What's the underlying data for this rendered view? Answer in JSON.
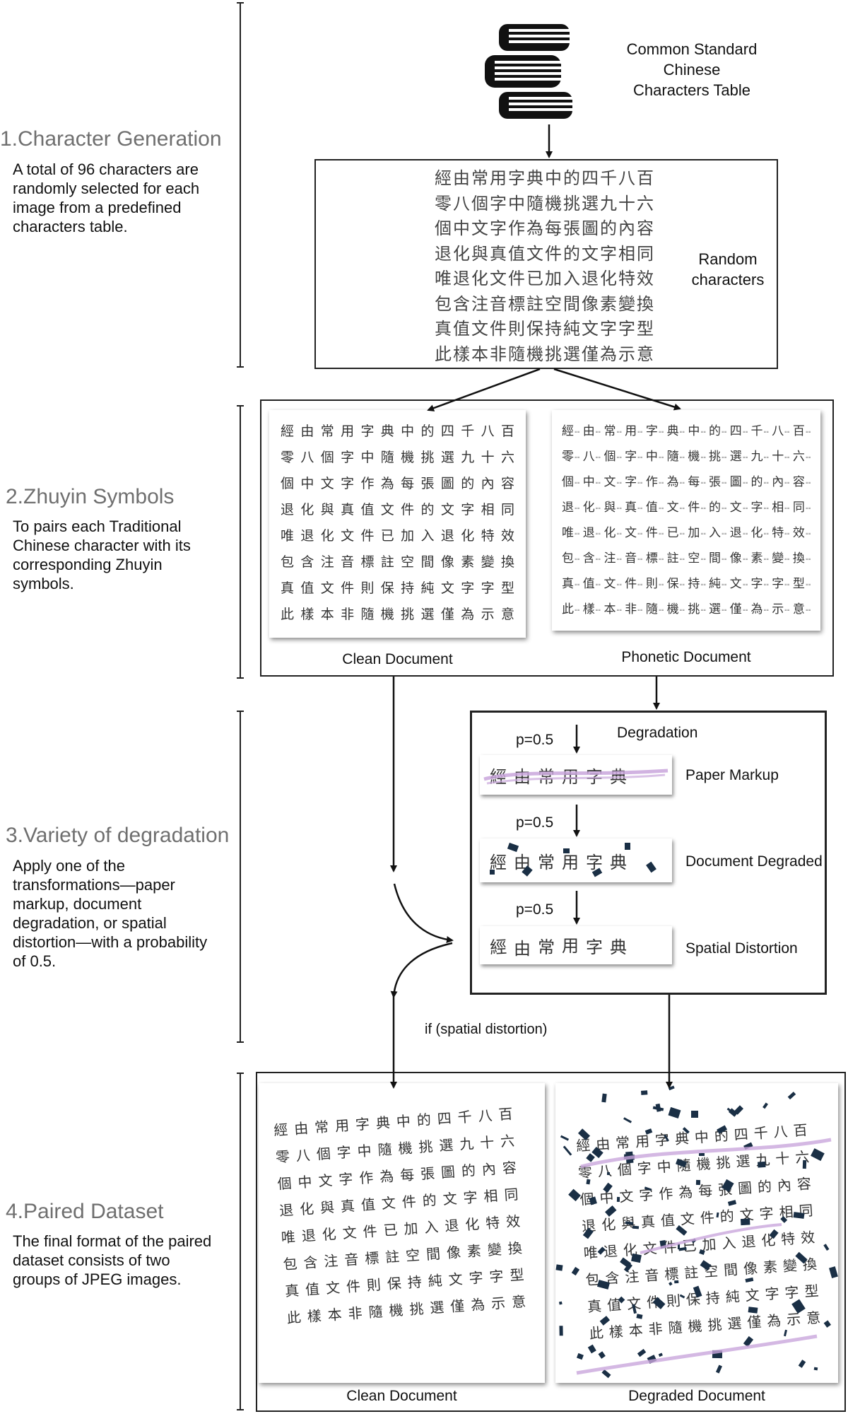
{
  "sections": [
    {
      "title": "1.Character Generation",
      "desc": "A total of 96 characters are randomly selected for each image from a predefined characters table."
    },
    {
      "title": "2.Zhuyin Symbols",
      "desc": "To pairs each Traditional Chinese character with its corresponding Zhuyin symbols."
    },
    {
      "title": "3.Variety of degradation",
      "desc": "Apply one of the transformations—paper markup, document degradation, or spatial distortion—with a probability of 0.5."
    },
    {
      "title": "4.Paired Dataset",
      "desc": "The final format of the paired dataset consists of two groups of JPEG images."
    }
  ],
  "source_label": "Common Standard\nChinese\nCharacters Table",
  "random_label": "Random\ncharacters",
  "char_rows": [
    "經由常用字典中的四千八百",
    "零八個字中隨機挑選九十六",
    "個中文字作為每張圖的內容",
    "退化與真值文件的文字相同",
    "唯退化文件已加入退化特效",
    "包含注音標註空間像素變換",
    "真值文件則保持純文字字型",
    "此樣本非隨機挑選僅為示意"
  ],
  "clean_doc_label": "Clean Document",
  "phonetic_doc_label": "Phonetic Document",
  "degradation": {
    "title": "Degradation",
    "steps": [
      {
        "prob": "p=0.5",
        "label": "Paper Markup"
      },
      {
        "prob": "p=0.5",
        "label": "Document Degraded"
      },
      {
        "prob": "p=0.5",
        "label": "Spatial Distortion"
      }
    ],
    "strip_chars": [
      "經",
      "由",
      "常",
      "用",
      "字",
      "典"
    ]
  },
  "condition_label": "if (spatial distortion)",
  "final": {
    "clean_label": "Clean Document",
    "degraded_label": "Degraded Document"
  },
  "colors": {
    "markup": "#c9a6dc",
    "blot": "#1a2f45",
    "section_title": "#6f6f6f"
  }
}
